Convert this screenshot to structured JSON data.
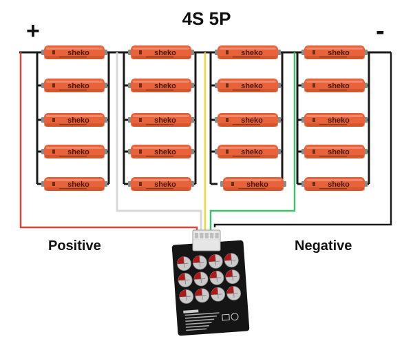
{
  "diagram": {
    "title": "4S 5P",
    "positive_symbol": "+",
    "negative_symbol": "-",
    "positive_label": "Positive",
    "negative_label": "Negative",
    "series_groups": 4,
    "cells_per_group": 5,
    "cell_brand": "sheko",
    "colors": {
      "cell": "#e8623a",
      "cell_dark": "#c44a26",
      "terminal": "#8a8a8a",
      "busbar": "#1a1a1a",
      "wire_red": "#e0443a",
      "wire_white": "#d8d8d8",
      "wire_yellow": "#f2d23a",
      "wire_green": "#3fbf6a",
      "board": "#151515"
    }
  }
}
